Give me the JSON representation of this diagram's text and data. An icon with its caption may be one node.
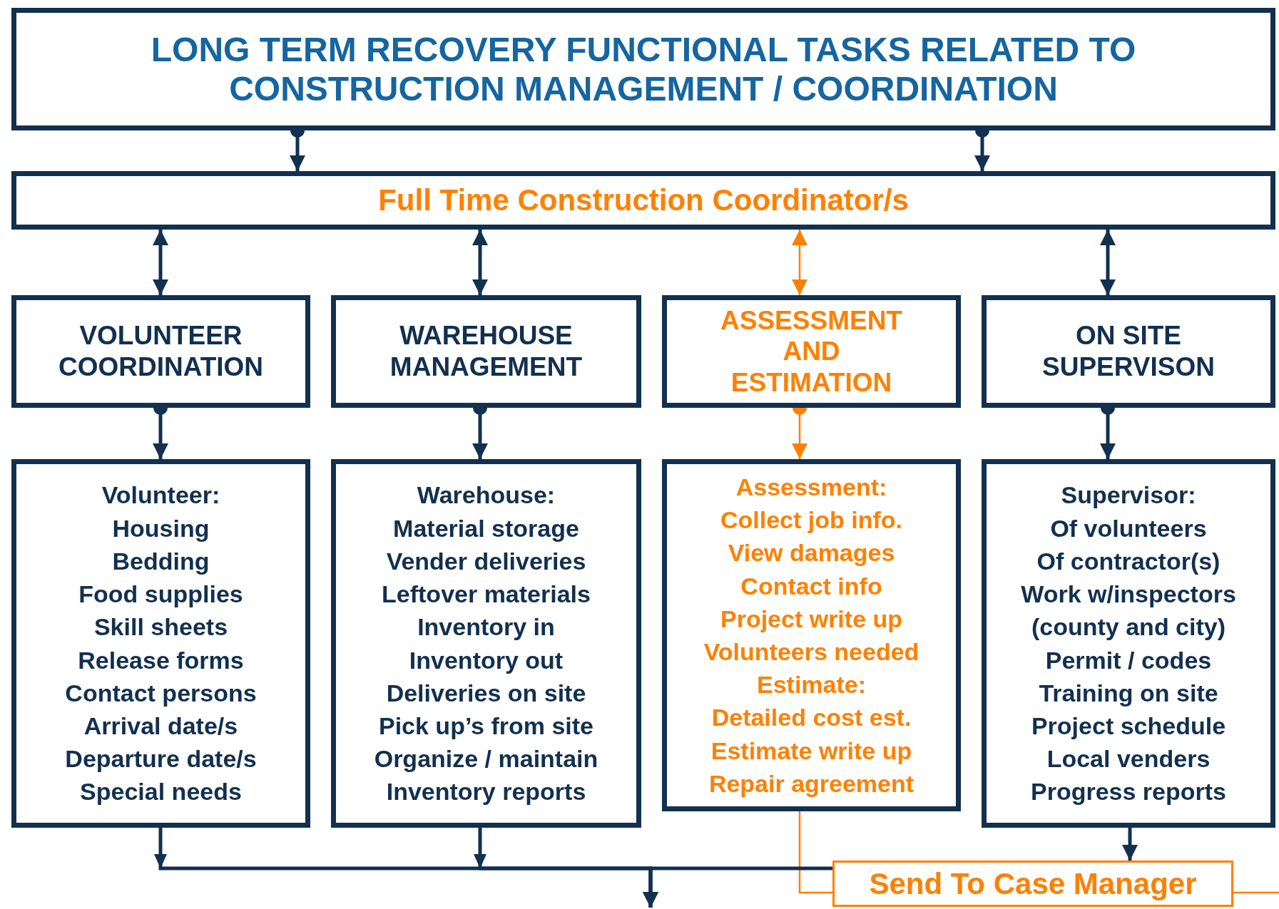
{
  "diagram": {
    "nodes": [
      {
        "text": [
          "LONG TERM RECOVERY FUNCTIONAL TASKS RELATED TO CONSTRUCTION MANAGEMENT / COORDINATION"
        ]
      },
      {
        "text": [
          "Full Time Construction Coordinator/s"
        ]
      },
      {
        "text": [
          "VOLUNTEER COORDINATION"
        ]
      },
      {
        "text": [
          "WAREHOUSE MANAGEMENT"
        ]
      },
      {
        "text": [
          "ASSESSMENT AND ESTIMATION"
        ]
      },
      {
        "text": [
          "ON SITE SUPERVISON"
        ]
      },
      {
        "text": [
          "Volunteer:",
          "Housing",
          "Bedding",
          "Food supplies",
          "Skill sheets",
          "Release forms",
          "Contact persons",
          "Arrival date/s",
          "Departure date/s",
          "Special needs"
        ]
      },
      {
        "text": [
          "Warehouse:",
          "Material storage",
          "Vender deliveries",
          "Leftover materials",
          "Inventory in",
          "Inventory out",
          "Deliveries on site",
          "Pick up’s from site",
          "Organize / maintain",
          "Inventory reports"
        ]
      },
      {
        "text": [
          "Assessment:",
          "Collect job info.",
          "View damages",
          "Contact info",
          "Project write up",
          "Volunteers needed",
          "Estimate:",
          "Detailed cost est.",
          "Estimate write up",
          "Repair agreement"
        ]
      },
      {
        "text": [
          "Supervisor:",
          "Of volunteers",
          "Of contractor(s)",
          "Work w/inspectors",
          "(county and city)",
          "Permit / codes",
          "Training on site",
          "Project schedule",
          "Local venders",
          "Progress reports"
        ]
      },
      {
        "text": [
          "Send To Case Manager"
        ]
      }
    ],
    "edges": [
      {
        "from": 0,
        "to": 1,
        "arrow": "to"
      },
      {
        "from": 0,
        "to": 1,
        "arrow": "to"
      },
      {
        "from": 1,
        "to": 2,
        "arrow": "both"
      },
      {
        "from": 1,
        "to": 3,
        "arrow": "both"
      },
      {
        "from": 1,
        "to": 4,
        "arrow": "both",
        "color": "#ff8000"
      },
      {
        "from": 1,
        "to": 5,
        "arrow": "both"
      },
      {
        "from": 2,
        "to": 6,
        "arrow": "to"
      },
      {
        "from": 3,
        "to": 7,
        "arrow": "to"
      },
      {
        "from": 4,
        "to": 8,
        "arrow": "to",
        "color": "#ff8000"
      },
      {
        "from": 5,
        "to": 9,
        "arrow": "to"
      },
      {
        "from": 6,
        "to": null,
        "arrow": "to"
      },
      {
        "from": 7,
        "to": null,
        "arrow": "to"
      },
      {
        "from": 8,
        "to": 10,
        "arrow": "none",
        "color": "#ff8000"
      },
      {
        "from": 9,
        "to": 10,
        "arrow": "to"
      },
      {
        "from": 10,
        "to": null,
        "arrow": "none",
        "color": "#ff8000"
      },
      {
        "from": 10,
        "to": null,
        "arrow": "to"
      }
    ]
  }
}
